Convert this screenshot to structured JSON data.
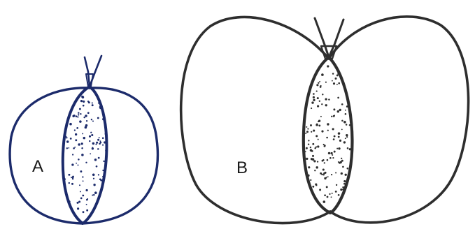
{
  "figures": [
    {
      "id": "A",
      "label": "A"
    },
    {
      "id": "B",
      "label": "B"
    }
  ],
  "colors": {
    "figure_a_ink": "#1c2b6b",
    "figure_b_ink": "#2e2e2e",
    "background": "#ffffff"
  }
}
